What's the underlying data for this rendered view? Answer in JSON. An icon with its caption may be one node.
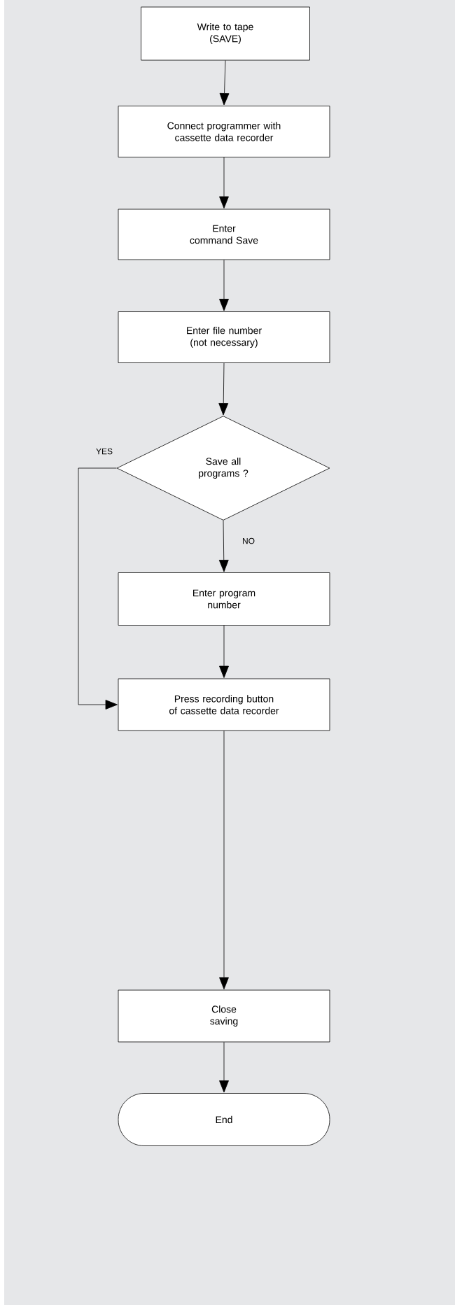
{
  "diagram": {
    "nodes": [
      {
        "text": [
          "Write to tape (SAVE)"
        ]
      },
      {
        "text": [
          "Connect programmer with cassette data recorder"
        ]
      },
      {
        "text": [
          "Enter command Save"
        ]
      },
      {
        "text": [
          "Enter file number (not necessary)"
        ]
      },
      {
        "text": [
          "Save all programs ?"
        ]
      },
      {
        "text": [
          "Enter program number"
        ]
      },
      {
        "text": [
          "Press recording button of cassette data recorder"
        ]
      },
      {
        "text": [
          "Close saving"
        ]
      },
      {
        "text": [
          "End"
        ]
      }
    ],
    "edges": [
      {
        "from": 0,
        "to": 1,
        "arrow": "to"
      },
      {
        "from": 1,
        "to": 2,
        "arrow": "to"
      },
      {
        "from": 2,
        "to": 3,
        "arrow": "to"
      },
      {
        "from": 3,
        "to": 4,
        "arrow": "to"
      },
      {
        "from": 4,
        "to": 5,
        "arrow": "to",
        "label": "NO"
      },
      {
        "from": 4,
        "to": 6,
        "arrow": "to",
        "label": "YES"
      },
      {
        "from": 5,
        "to": 6,
        "arrow": "to"
      },
      {
        "from": 6,
        "to": 7,
        "arrow": "to"
      },
      {
        "from": 7,
        "to": 8,
        "arrow": "to"
      }
    ]
  }
}
